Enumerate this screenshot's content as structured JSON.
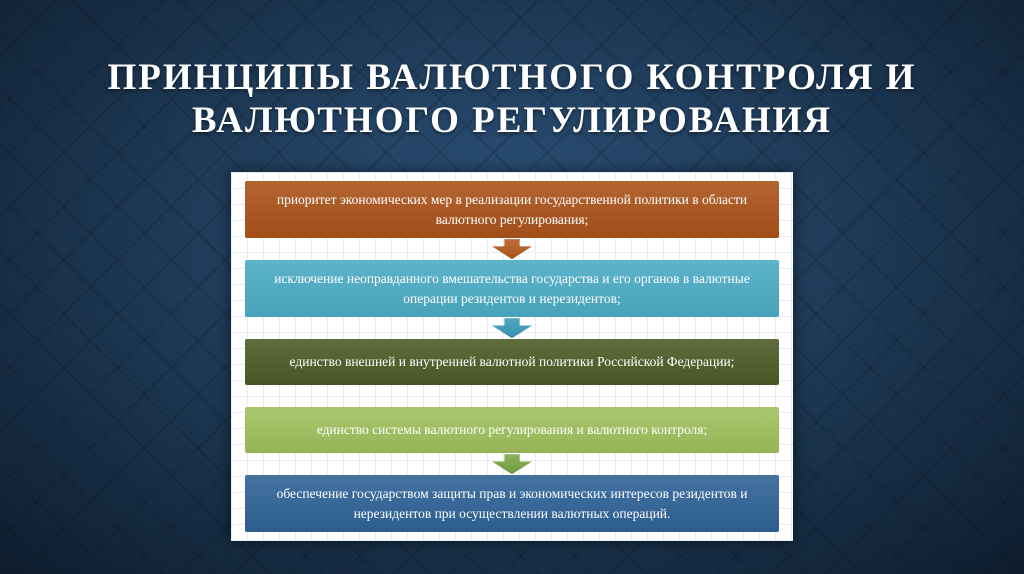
{
  "slide": {
    "title_line1": "ПРИНЦИПЫ ВАЛЮТНОГО КОНТРОЛЯ И",
    "title_line2": "ВАЛЮТНОГО РЕГУЛИРОВАНИЯ",
    "title_color": "#ffffff",
    "background_color": "#24496e",
    "panel_color": "#ffffff"
  },
  "diagram": {
    "items": [
      {
        "text": "приоритет экономических мер в реализации государственной политики в области валютного регулирования;",
        "color": "#ab531a"
      },
      {
        "text": "исключение неоправданного вмешательства государства и его органов в валютные операции резидентов и нерезидентов;",
        "color": "#4bacc6"
      },
      {
        "text": "единство внешней и внутренней валютной политики Российской Федерации;",
        "color": "#4d5c28"
      },
      {
        "text": "единство системы валютного регулирования и валютного контроля;",
        "color": "#9fc05c"
      },
      {
        "text": "обеспечение государством защиты прав и экономических интересов резидентов и нерезидентов при осуществлении валютных операций.",
        "color": "#2f6397"
      }
    ],
    "arrows": [
      {
        "after_item": 1,
        "color": "#b55a1d"
      },
      {
        "after_item": 2,
        "color": "#3a9cba"
      },
      {
        "after_item": 4,
        "color": "#79a746"
      }
    ]
  }
}
